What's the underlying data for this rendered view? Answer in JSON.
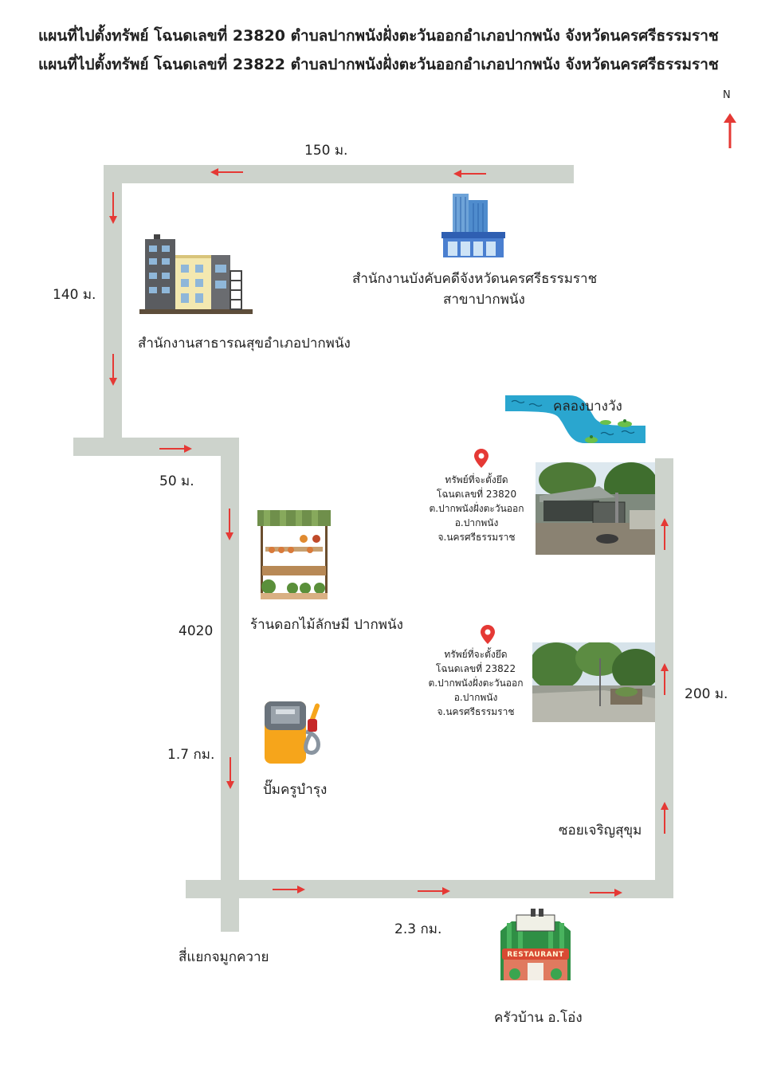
{
  "titles": [
    "แผนที่ไปตั้งทรัพย์ โฉนดเลขที่ 23820 ตำบลปากพนังฝั่งตะวันออกอำเภอปากพนัง จังหวัดนครศรีธรรมราช",
    "แผนที่ไปตั้งทรัพย์ โฉนดเลขที่ 23822 ตำบลปากพนังฝั่งตะวันออกอำเภอปากพนัง จังหวัดนครศรีธรรมราช"
  ],
  "compass": "N",
  "distances": {
    "top": "150 ม.",
    "left": "140 ม.",
    "jog": "50 ม.",
    "road_no": "4020",
    "road_len": "1.7 กม.",
    "bottom": "2.3 กม.",
    "right": "200 ม."
  },
  "places": {
    "health_office": "สำนักงานสาธารณสุขอำเภอปากพนัง",
    "enforcement_l1": "สำนักงานบังคับคดีจังหวัดนครศรีธรรมราช",
    "enforcement_l2": "สาขาปากพนัง",
    "canal": "คลองบางวัง",
    "flower_shop": "ร้านดอกไม้ลักษมี ปากพนัง",
    "gas_station": "ปั๊มครูบำรุง",
    "soi": "ซอยเจริญสุขุม",
    "intersection": "สี่แยกจมูกควาย",
    "restaurant": "ครัวบ้าน อ.โอ่ง",
    "restaurant_sign": "RESTAURANT"
  },
  "property1": [
    "ทรัพย์ที่จะตั้งยึด",
    "โฉนดเลขที่ 23820",
    "ต.ปากพนังฝั่งตะวันออก",
    "อ.ปากพนัง",
    "จ.นครศรีธรรมราช"
  ],
  "property2": [
    "ทรัพย์ที่จะตั้งยึด",
    "โฉนดเลขที่ 23822",
    "ต.ปากพนังฝั่งตะวันออก",
    "อ.ปากพนัง",
    "จ.นครศรีธรรมราช"
  ],
  "colors": {
    "road": "#cdd3cc",
    "arrow": "#e53935",
    "pin": "#e53935"
  }
}
